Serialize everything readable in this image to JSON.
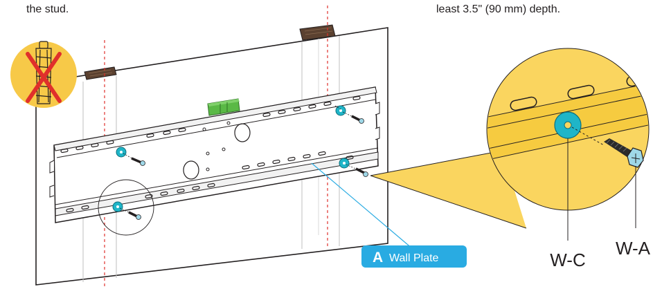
{
  "captions": {
    "left": "the stud.",
    "right": "least 3.5\" (90 mm) depth."
  },
  "callout": {
    "letter": "A",
    "label": "Wall Plate"
  },
  "parts": {
    "washer_label": "W-C",
    "screw_label": "W-A"
  },
  "icons": {
    "prohibited": "no-wall-anchor-icon",
    "level": "bubble-level-icon"
  },
  "colors": {
    "accent": "#29abe2",
    "washer": "#1fb5c8",
    "zoom_circle": "#fad55f",
    "prohibit_circle": "#f7c948",
    "prohibit_x": "#e0302b",
    "stud": "#5b4130",
    "level": "#5ab946"
  }
}
